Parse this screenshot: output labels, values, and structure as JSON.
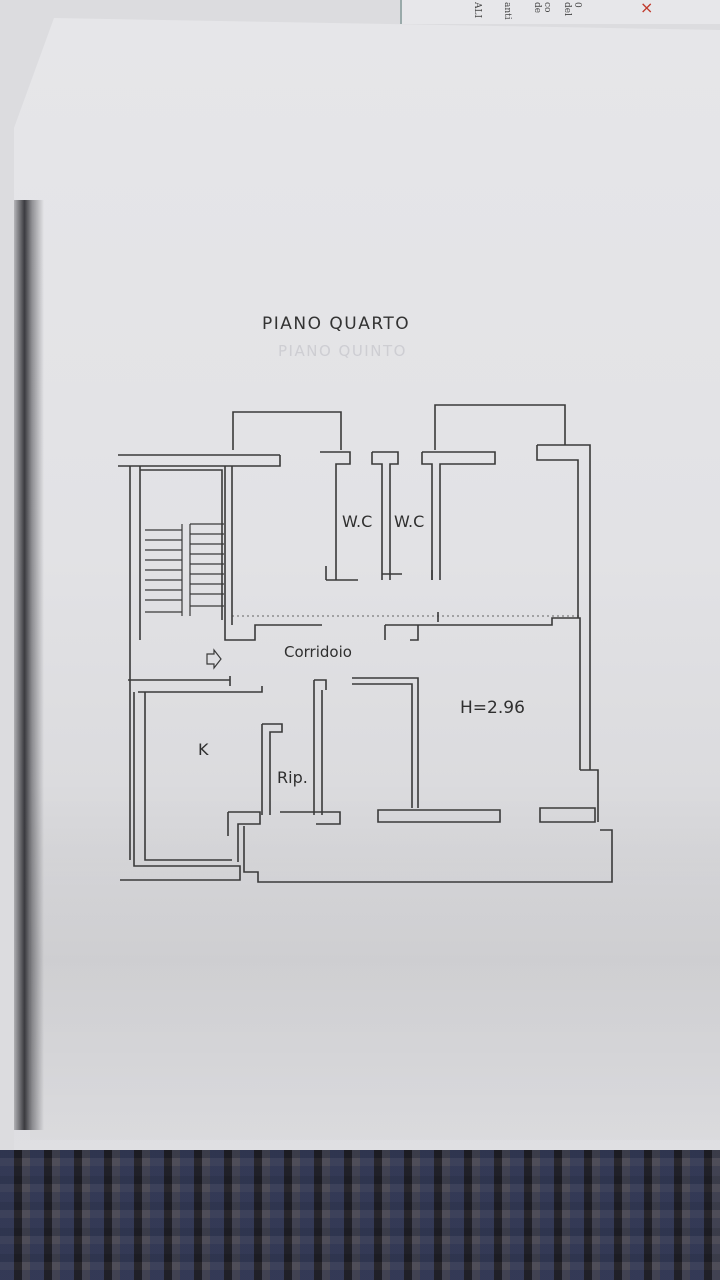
{
  "title": "PIANO QUARTO",
  "ghost_title": "PIANO QUINTO",
  "rooms": {
    "wc1": "W.C",
    "wc2": "W.C",
    "corridor": "Corridoio",
    "kitchen": "K",
    "storage": "Rip.",
    "height": "H=2.96"
  },
  "stray_mark": "×",
  "top_document": {
    "tab1": "ALI",
    "tab2": "anti",
    "tab3": "co de",
    "tab4": "0 del"
  },
  "colors": {
    "ink": "#2f2f2f",
    "paper": "#e4e4e7"
  }
}
